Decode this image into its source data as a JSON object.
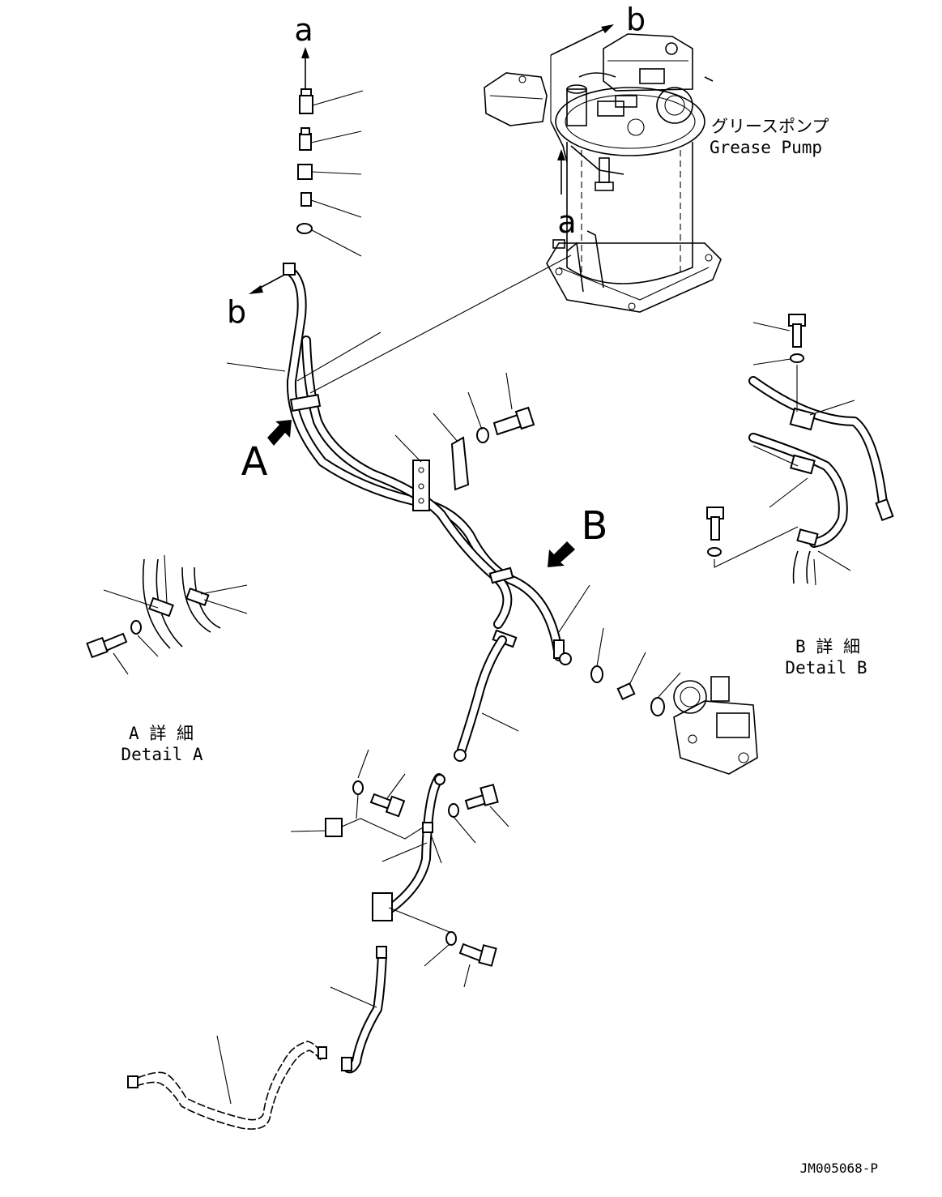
{
  "callouts": {
    "a_top": "a",
    "b_top": "b",
    "a_pump": "a",
    "b_left": "b",
    "A": "A",
    "B": "B"
  },
  "grease_pump": {
    "jp": "グリースポンプ",
    "en": "Grease Pump"
  },
  "detail_a": {
    "jp": "A 詳 細",
    "en": "Detail A"
  },
  "detail_b": {
    "jp": "B 詳 細",
    "en": "Detail B"
  },
  "drawing_number": "JM005068-P"
}
